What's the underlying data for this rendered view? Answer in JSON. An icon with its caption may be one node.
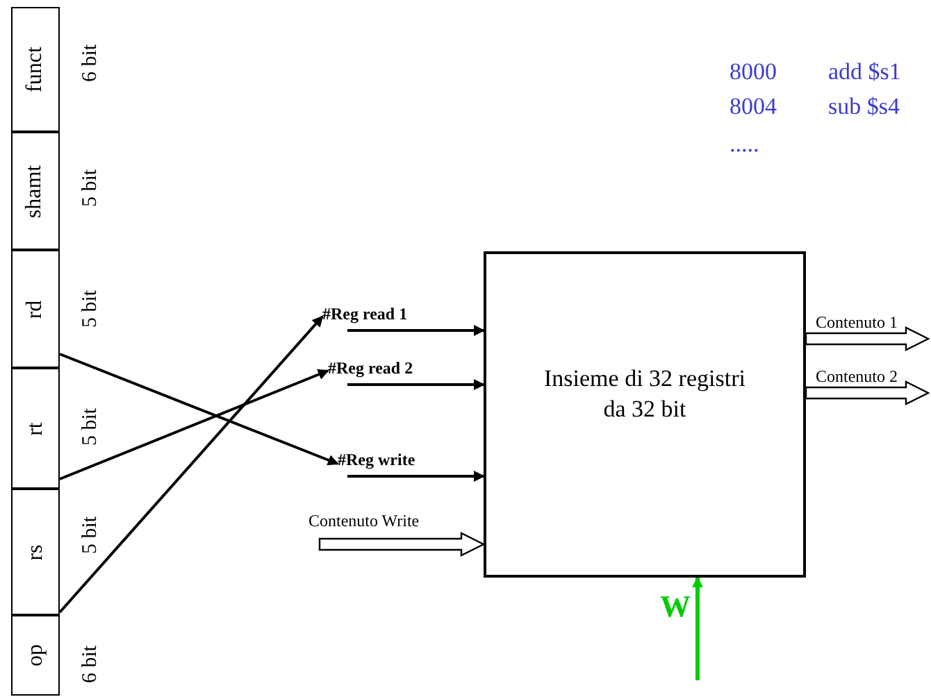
{
  "diagram": {
    "nodes": [
      {
        "text": [
          "funct"
        ],
        "beside": [
          "6 bit"
        ]
      },
      {
        "text": [
          "shamt"
        ],
        "beside": [
          "5 bit"
        ]
      },
      {
        "text": [
          "rd"
        ],
        "beside": [
          "5 bit"
        ]
      },
      {
        "text": [
          "rt"
        ],
        "beside": [
          "5 bit"
        ]
      },
      {
        "text": [
          "rs"
        ],
        "beside": [
          "5 bit"
        ]
      },
      {
        "text": [
          "op"
        ],
        "beside": [
          "6 bit"
        ]
      },
      {
        "text": [
          "#Reg read 1"
        ]
      },
      {
        "text": [
          "#Reg read 2"
        ]
      },
      {
        "text": [
          "#Reg write"
        ]
      },
      {
        "text": [
          "Insieme di 32 registri da 32 bit"
        ]
      }
    ],
    "edges": [
      {
        "from": 4,
        "to": 6,
        "arrow": "to"
      },
      {
        "from": 3,
        "to": 7,
        "arrow": "to"
      },
      {
        "from": 2,
        "to": 8,
        "arrow": "to"
      },
      {
        "from": 6,
        "to": 9,
        "arrow": "to"
      },
      {
        "from": 7,
        "to": 9,
        "arrow": "to"
      },
      {
        "from": 8,
        "to": 9,
        "arrow": "to"
      },
      {
        "from": null,
        "to": 9,
        "arrow": "to",
        "label": "Contenuto Write",
        "style": "thick"
      },
      {
        "from": 9,
        "to": null,
        "arrow": "to",
        "label": "Contenuto 1",
        "style": "thick"
      },
      {
        "from": 9,
        "to": null,
        "arrow": "to",
        "label": "Contenuto 2",
        "style": "thick"
      },
      {
        "from": null,
        "to": 9,
        "arrow": "to",
        "label": "W",
        "color": "#00cc00"
      }
    ],
    "labels": [
      "8000",
      "add $s1",
      "8004",
      "sub $s4",
      "....."
    ]
  }
}
